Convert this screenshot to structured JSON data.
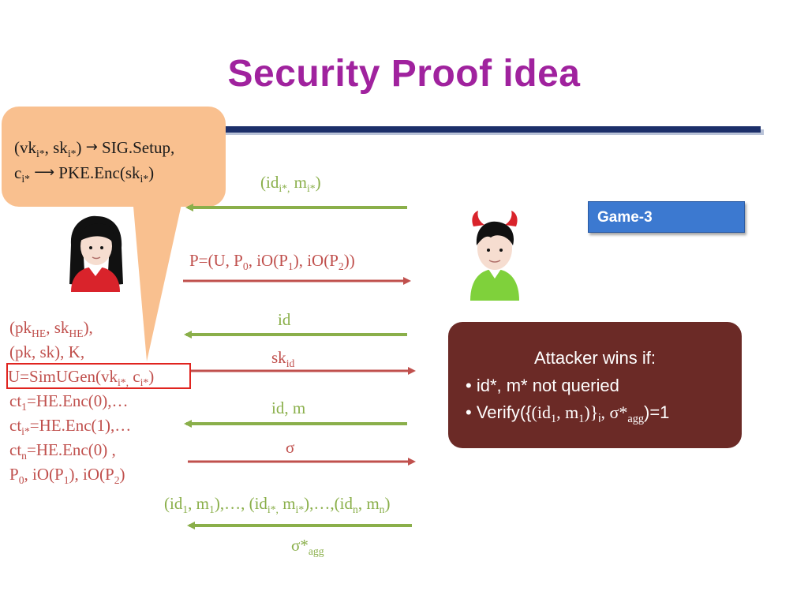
{
  "slide": {
    "title": "Security Proof idea"
  },
  "bubble": {
    "line1_start": "(vk",
    "line1_sub1": "i*",
    "line1_mid": ", sk",
    "line1_sub2": "i*",
    "line1_end": ")",
    "line1_target": "SIG.Setup,",
    "line2_start": "c",
    "line2_sub": "i*",
    "line2_target": "PKE.Enc(sk",
    "line2_sub2": "i*",
    "line2_end": ")"
  },
  "messages": {
    "m1": {
      "start": "(id",
      "sub1": "i*,",
      "mid": " m",
      "sub2": "i*",
      "end": ")"
    },
    "m2": {
      "a": "P=(U, P",
      "s0": "0",
      "b": ", iO(P",
      "s1": "1",
      "c": "), iO(P",
      "s2": "2",
      "d": "))"
    },
    "m3": {
      "text": "id"
    },
    "m4": {
      "start": "sk",
      "sub": "id"
    },
    "m5": {
      "text": "id, m"
    },
    "m6": {
      "text": "σ"
    },
    "m7": {
      "a": "(id",
      "s1": "1",
      "b": ", m",
      "s2": "1",
      "c": "),…, (id",
      "s3": "i*,",
      "d": " m",
      "s4": "i*",
      "e": "),…,(id",
      "s5": "n",
      "f": ", m",
      "s6": "n",
      "g": ")"
    },
    "m8": {
      "start": "σ*",
      "sub": "agg"
    }
  },
  "game_label": "Game-3",
  "attacker_box": {
    "title": "Attacker wins if:",
    "bullet1": "• id*, m* not queried",
    "b2_a": "• Verify({",
    "b2_b": "(id",
    "b2_s1": "1",
    "b2_c": ", m",
    "b2_s2": "1",
    "b2_d": ")}",
    "b2_s3": "i",
    "b2_e": ", σ*",
    "b2_s4": "agg",
    "b2_f": ")=1"
  },
  "left_list": {
    "l1_a": "(pk",
    "l1_s1": "HE",
    "l1_b": ", sk",
    "l1_s2": "HE",
    "l1_c": "),",
    "l2": " (pk, sk), K,",
    "l3_a": "U=SimUGen(vk",
    "l3_s1": "i*,",
    "l3_b": " c",
    "l3_s2": "i*",
    "l3_c": ")",
    "l4_a": "ct",
    "l4_s": "1",
    "l4_b": "=HE.Enc(0),…",
    "l5_a": "ct",
    "l5_s": "i*",
    "l5_b": "=HE.Enc(1),…",
    "l6_a": "ct",
    "l6_s": "n",
    "l6_b": "=HE.Enc(0) ,",
    "l7_a": " P",
    "l7_s0": "0",
    "l7_b": ", iO(P",
    "l7_s1": "1",
    "l7_c": "), iO(P",
    "l7_s2": "2",
    "l7_d": ")"
  },
  "colors": {
    "title": "#a0229e",
    "green_arrow": "#8aaf4a",
    "red_arrow": "#c0504d",
    "bubble": "#f9c08f",
    "attacker_box": "#6b2a26",
    "game_box": "#3c79d0"
  }
}
